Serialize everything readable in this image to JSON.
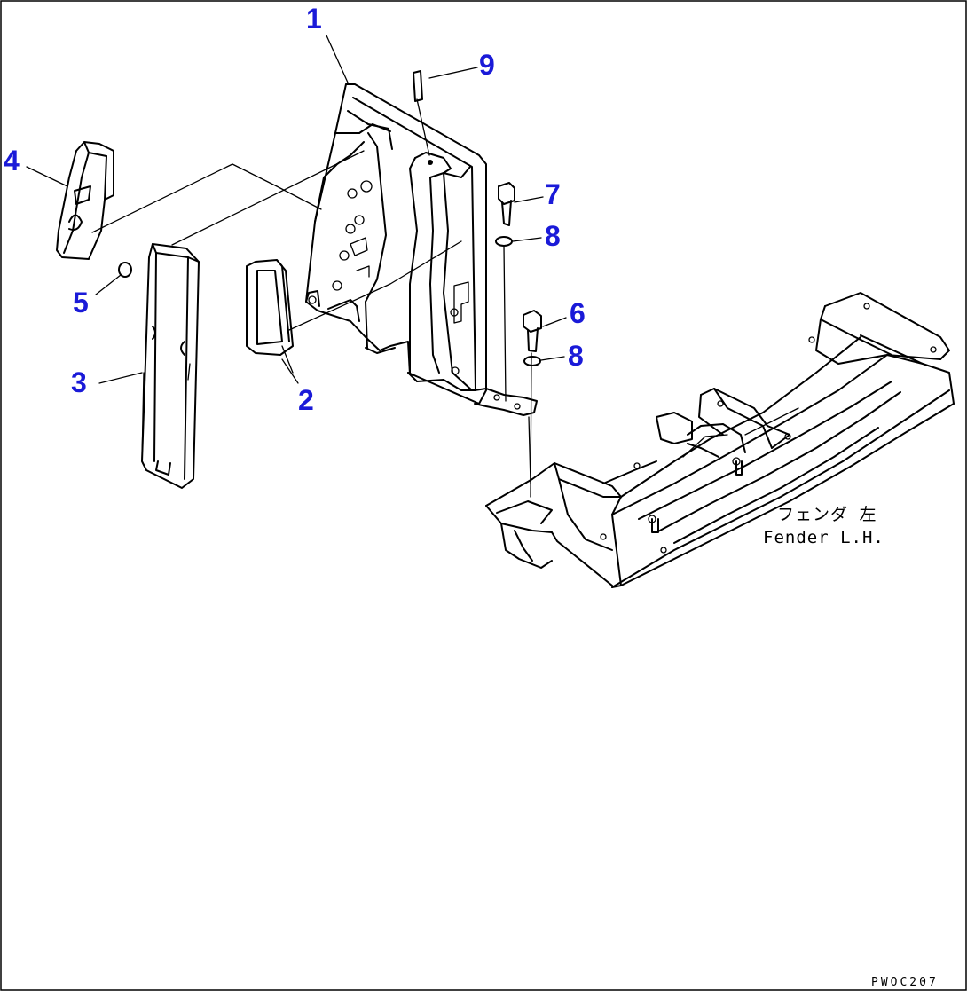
{
  "diagram": {
    "part_numbers": {
      "p1": "1",
      "p2": "2",
      "p3": "3",
      "p4": "4",
      "p5": "5",
      "p6": "6",
      "p7": "7",
      "p8a": "8",
      "p8b": "8",
      "p9": "9"
    },
    "fender_label_jp": "フェンダ 左",
    "fender_label_en": "Fender L.H.",
    "drawing_code": "PWOC207"
  },
  "colors": {
    "callout_number": "#1a1ad8",
    "line_art": "#000000",
    "background": "#ffffff"
  }
}
